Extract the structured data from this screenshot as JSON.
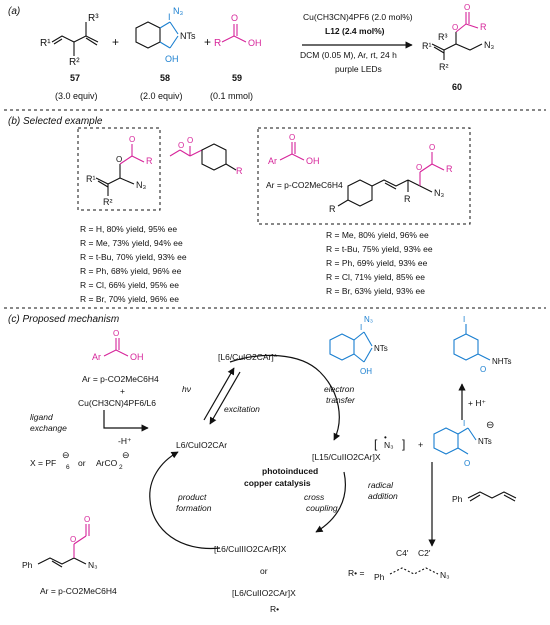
{
  "section_a": {
    "label": "(a)",
    "reagent_57_label": "57",
    "reagent_57_equiv": "(3.0 equiv)",
    "reagent_58_label": "58",
    "reagent_58_equiv": "(2.0 equiv)",
    "reagent_59_label": "59",
    "reagent_59_equiv": "(0.1 mmol)",
    "product_label": "60",
    "conditions": [
      "Cu(CH3CN)4PF6 (2.0 mol%)",
      "L12 (2.4 mol%)",
      "DCM (0.05 M), Ar, rt, 24 h",
      "purple LEDs"
    ],
    "atoms": {
      "r1": "R¹",
      "r2": "R²",
      "r3": "R³",
      "n3": "N₃",
      "nts": "NTs",
      "oh": "OH",
      "o": "O",
      "r": "R"
    }
  },
  "section_b": {
    "label": "(b) Selected example",
    "left_list": [
      "R = H, 80% yield, 95% ee",
      "R = Me, 73% yield, 94% ee",
      "R = t-Bu, 70% yield, 93% ee",
      "R = Ph, 68% yield, 96% ee",
      "R = Cl, 66% yield, 95% ee",
      "R = Br, 70% yield, 96% ee"
    ],
    "right_list": [
      "R = Me, 80% yield, 96% ee",
      "R = t-Bu, 75% yield, 93% ee",
      "R = Ph, 69% yield, 93% ee",
      "R = Cl, 71% yield, 85% ee",
      "R = Br, 63% yield, 93% ee"
    ],
    "ar_def": "Ar = p-CO2MeC6H4"
  },
  "section_c": {
    "label": "(c) Proposed mechanism",
    "acid_ar_def": "Ar = p-CO2MeC6H4",
    "plus": "+",
    "cu_precursor": "Cu(CH3CN)4PF6/L6",
    "ligand_exchange": [
      "ligand",
      "exchange"
    ],
    "minus_h": "-H⁺",
    "x_def_prefix": "X = PF",
    "x_def_or": "or",
    "x_def_arco2": "ArCO",
    "cu_i": "L6/CuIO2CAr",
    "cu_i_excited": "[L6/CuIO2CAr]*",
    "hv": "hν",
    "excitation": "excitation",
    "electron_transfer": [
      "electron",
      "transfer"
    ],
    "cu_ii": "[L15/CuIIO2CAr]X",
    "center_title": [
      "photoinduced",
      "copper catalysis"
    ],
    "cross_coupling": [
      "cross",
      "coupling"
    ],
    "product_formation": [
      "product",
      "formation"
    ],
    "cu_iii": "[L6/CuIIIO2CArR]X",
    "or": "or",
    "cu_ii_alt": "[L6/CuIIO2CAr]X",
    "r_radical_sub": "R•",
    "radical_addition": [
      "radical",
      "addition"
    ],
    "n3_radical": "N₃",
    "plus_h": "+ H⁺",
    "nhts": "NHTs",
    "nts": "NTs",
    "i_atom": "I",
    "o_atom": "O",
    "oh": "OH",
    "r_dot": "R•  =",
    "c4": "C4'",
    "c2": "C2'",
    "ph": "Ph",
    "product_ar_def": "Ar = p-CO2MeC6H4",
    "ar": "Ar"
  }
}
